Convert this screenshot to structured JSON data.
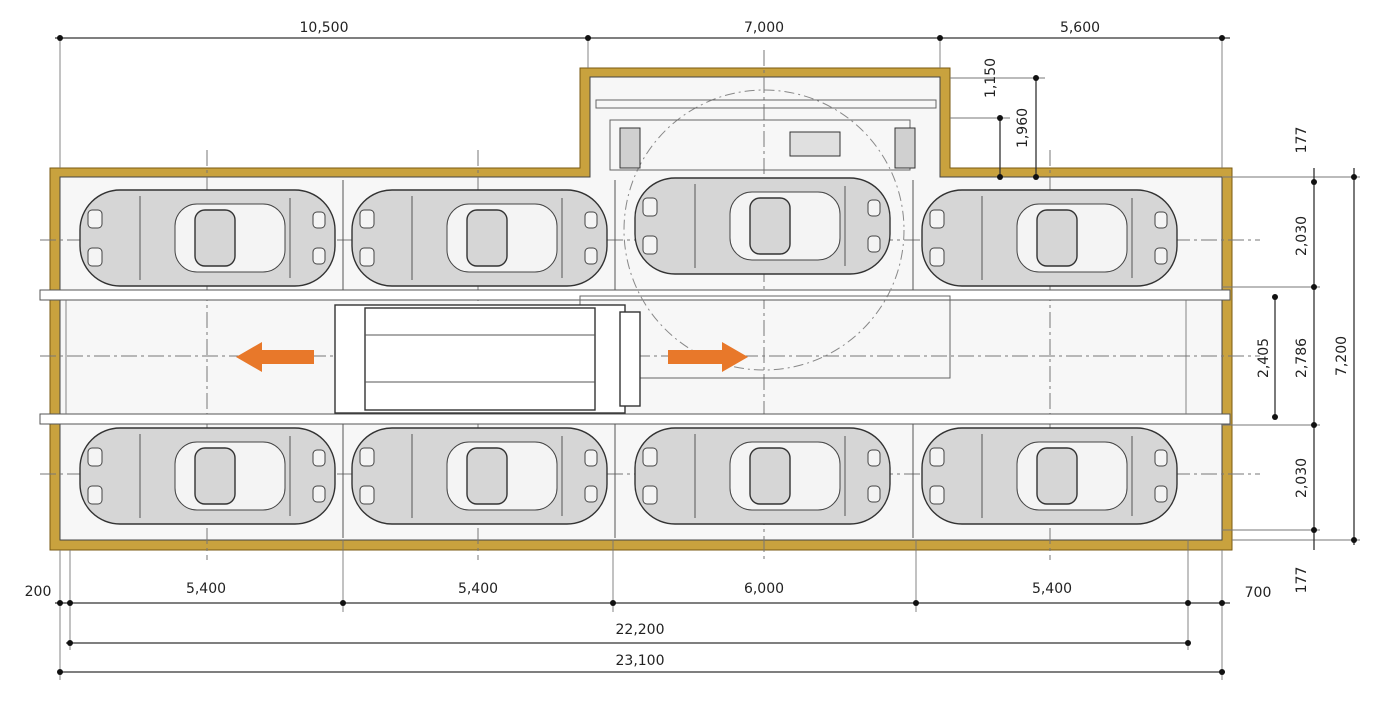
{
  "top_dimensions": [
    {
      "value": "10,500"
    },
    {
      "value": "7,000"
    },
    {
      "value": "5,600"
    }
  ],
  "turntable_dimensions": [
    {
      "value": "1,150"
    },
    {
      "value": "1,960"
    }
  ],
  "right_dimensions": [
    {
      "value": "177"
    },
    {
      "value": "2,030"
    },
    {
      "value": "2,786"
    },
    {
      "value": "2,405"
    },
    {
      "value": "2,030"
    },
    {
      "value": "177"
    },
    {
      "value": "7,200"
    }
  ],
  "bottom_dimensions": [
    {
      "value": "200"
    },
    {
      "value": "5,400"
    },
    {
      "value": "5,400"
    },
    {
      "value": "6,000"
    },
    {
      "value": "5,400"
    },
    {
      "value": "700"
    }
  ],
  "overall_dimensions": [
    {
      "value": "22,200"
    },
    {
      "value": "23,100"
    }
  ],
  "parking_slots": {
    "top_row": 4,
    "bottom_row": 4
  },
  "colors": {
    "wall": "#c9a23e",
    "arrow": "#e8782a",
    "car": "#d6d6d6"
  },
  "icons": [
    "arrow-left-icon",
    "arrow-right-icon"
  ]
}
